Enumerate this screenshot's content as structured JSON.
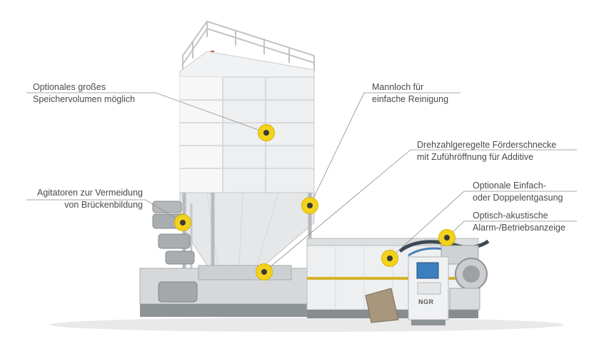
{
  "annotations": [
    {
      "line1": "Optionales großes",
      "line2": "Speichervolumen möglich"
    },
    {
      "line1": "Agitatoren zur Vermeidung",
      "line2": "von Brückenbildung"
    },
    {
      "line1": "Mannloch für",
      "line2": "einfache Reinigung"
    },
    {
      "line1": "Drehzahlgeregelte Förderschnecke",
      "line2": "mit Zuführöffnung für Additive"
    },
    {
      "line1": "Optionale Einfach-",
      "line2": "oder Doppelentgasung"
    },
    {
      "line1": "Optisch-akustische",
      "line2": "Alarm-/Betriebsanzeige"
    }
  ],
  "logo_text": "NGR",
  "colors": {
    "marker": "#f3d21c",
    "leader": "#8c8c8c",
    "text": "#4a4a4a",
    "accent_stripe": "#d7b22a"
  }
}
